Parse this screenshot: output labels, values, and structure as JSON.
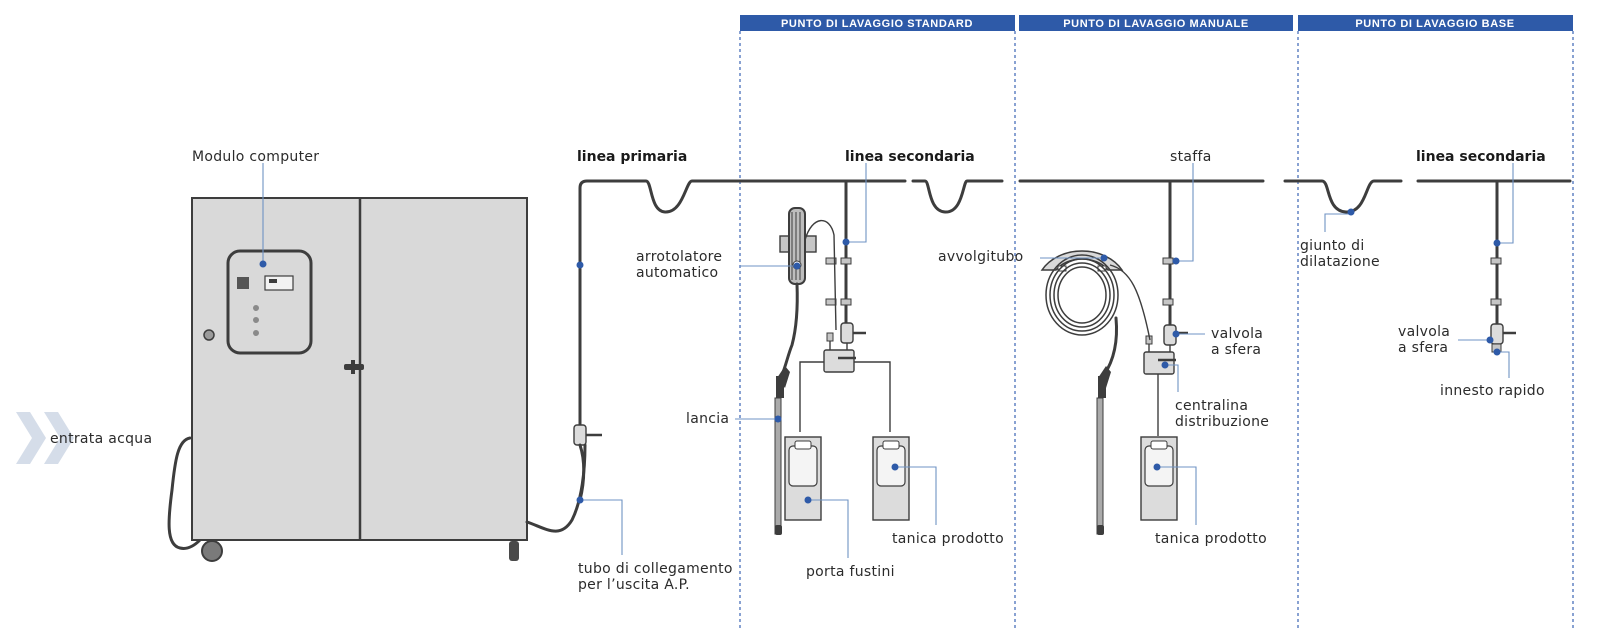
{
  "sections": [
    {
      "title": "PUNTO DI LAVAGGIO STANDARD"
    },
    {
      "title": "PUNTO DI LAVAGGIO MANUALE"
    },
    {
      "title": "PUNTO DI LAVAGGIO BASE"
    }
  ],
  "labels": {
    "modulo_computer": "Modulo computer",
    "entrata_acqua": "entrata acqua",
    "linea_primaria": "linea primaria",
    "linea_secondaria_1": "linea secondaria",
    "linea_secondaria_2": "linea secondaria",
    "arrotolatore_l1": "arrotolatore",
    "arrotolatore_l2": "automatico",
    "lancia": "lancia",
    "tubo_l1": "tubo di collegamento",
    "tubo_l2": "per l’uscita A.P.",
    "porta_fustini": "porta fustini",
    "tanica_prodotto_1": "tanica prodotto",
    "tanica_prodotto_2": "tanica prodotto",
    "avvolgitubo": "avvolgitubo",
    "staffa": "staffa",
    "valvola_1_l1": "valvola",
    "valvola_1_l2": "a sfera",
    "centralina_l1": "centralina",
    "centralina_l2": "distribuzione",
    "giunto_l1": "giunto di",
    "giunto_l2": "dilatazione",
    "valvola_2_l1": "valvola",
    "valvola_2_l2": "a sfera",
    "innesto_rapido": "innesto rapido"
  },
  "colors": {
    "header_bg": "#2e5aa8",
    "accent_dot": "#2e5aa8",
    "leader": "#6f93c4",
    "cabinet": "#d9d9d9",
    "pipe": "#3d3d3d",
    "arrow": "#d5dde9"
  }
}
